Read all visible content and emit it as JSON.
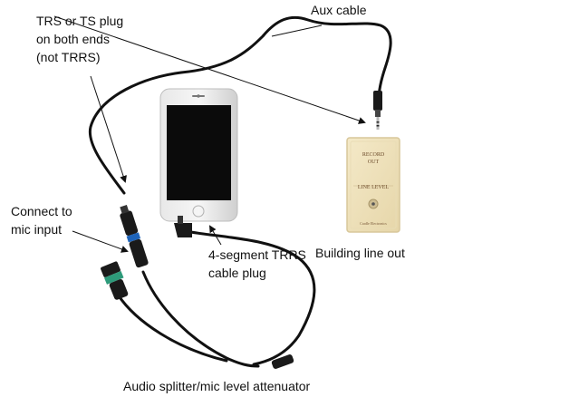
{
  "labels": {
    "aux_cable": "Aux cable",
    "trs_plug_line1": "TRS or TS plug",
    "trs_plug_line2": "on both ends",
    "trs_plug_line3": "(not TRRS)",
    "connect_line1": "Connect to",
    "connect_line2": "mic input",
    "trrs_line1": "4-segment TRRS",
    "trrs_line2": "cable plug",
    "building_line_out": "Building line out",
    "splitter": "Audio splitter/mic level attenuator"
  },
  "wall_plate": {
    "record_out_line1": "RECORD",
    "record_out_line2": "OUT",
    "line_level": "LINE LEVEL",
    "footer": "Cradle Electronics"
  },
  "colors": {
    "cable": "#111111",
    "plate": "#efe2bd",
    "plate_border": "#d8c79a",
    "blue_band": "#1e63b8",
    "green_band": "#2e9a7a",
    "phone_frame": "#d9d9d9",
    "phone_screen": "#0b0b0b"
  }
}
